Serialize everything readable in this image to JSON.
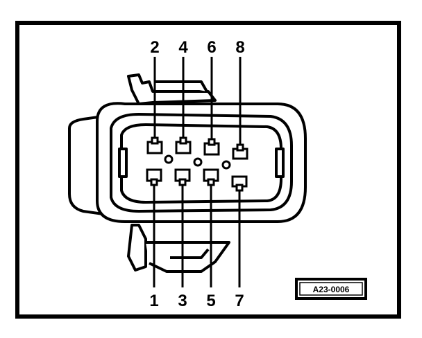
{
  "pins_top": [
    "2",
    "4",
    "6",
    "8"
  ],
  "pins_bottom": [
    "1",
    "3",
    "5",
    "7"
  ],
  "reference_code": "A23-0006"
}
